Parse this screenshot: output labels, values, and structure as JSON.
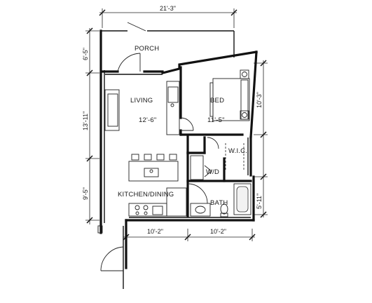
{
  "rooms": {
    "porch": "PORCH",
    "living": "LIVING",
    "living_dim": "12'-6\"",
    "bed": "BED",
    "bed_dim": "11'-5\"",
    "wic": "W.I.C.",
    "wd": "W/D",
    "kitchen": "KITCHEN/DINING",
    "bath": "BATH"
  },
  "dimensions": {
    "top": "21'-3\"",
    "left_porch": "6'-5\"",
    "left_living": "13'-11\"",
    "left_kitchen": "9'-5\"",
    "right_bed": "10'-3\"",
    "right_bath": "5'-11\"",
    "bottom_left": "10'-2\"",
    "bottom_right": "10'-2\""
  }
}
